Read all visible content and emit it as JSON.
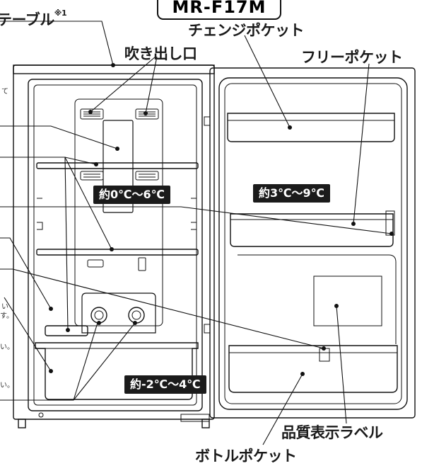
{
  "model": {
    "name": "MR-F17M"
  },
  "labels": {
    "table": "テーブル",
    "table_note": "※1",
    "vent": "吹き出し口",
    "change_pocket": "チェンジポケット",
    "free_pocket": "フリーポケット",
    "quality_label": "品質表示ラベル",
    "bottle_pocket": "ボトルポケット"
  },
  "temperatures": {
    "upper": "約0℃〜6℃",
    "door": "約3℃〜9℃",
    "lower": "約-2℃〜4℃"
  },
  "left_fragments": {
    "line1": "て",
    "line2": "い",
    "line3": "す。",
    "line4": "い。",
    "line5": "い。"
  },
  "colors": {
    "line": "#111111",
    "badge_bg": "#1b1b1b",
    "badge_text": "#ffffff"
  }
}
